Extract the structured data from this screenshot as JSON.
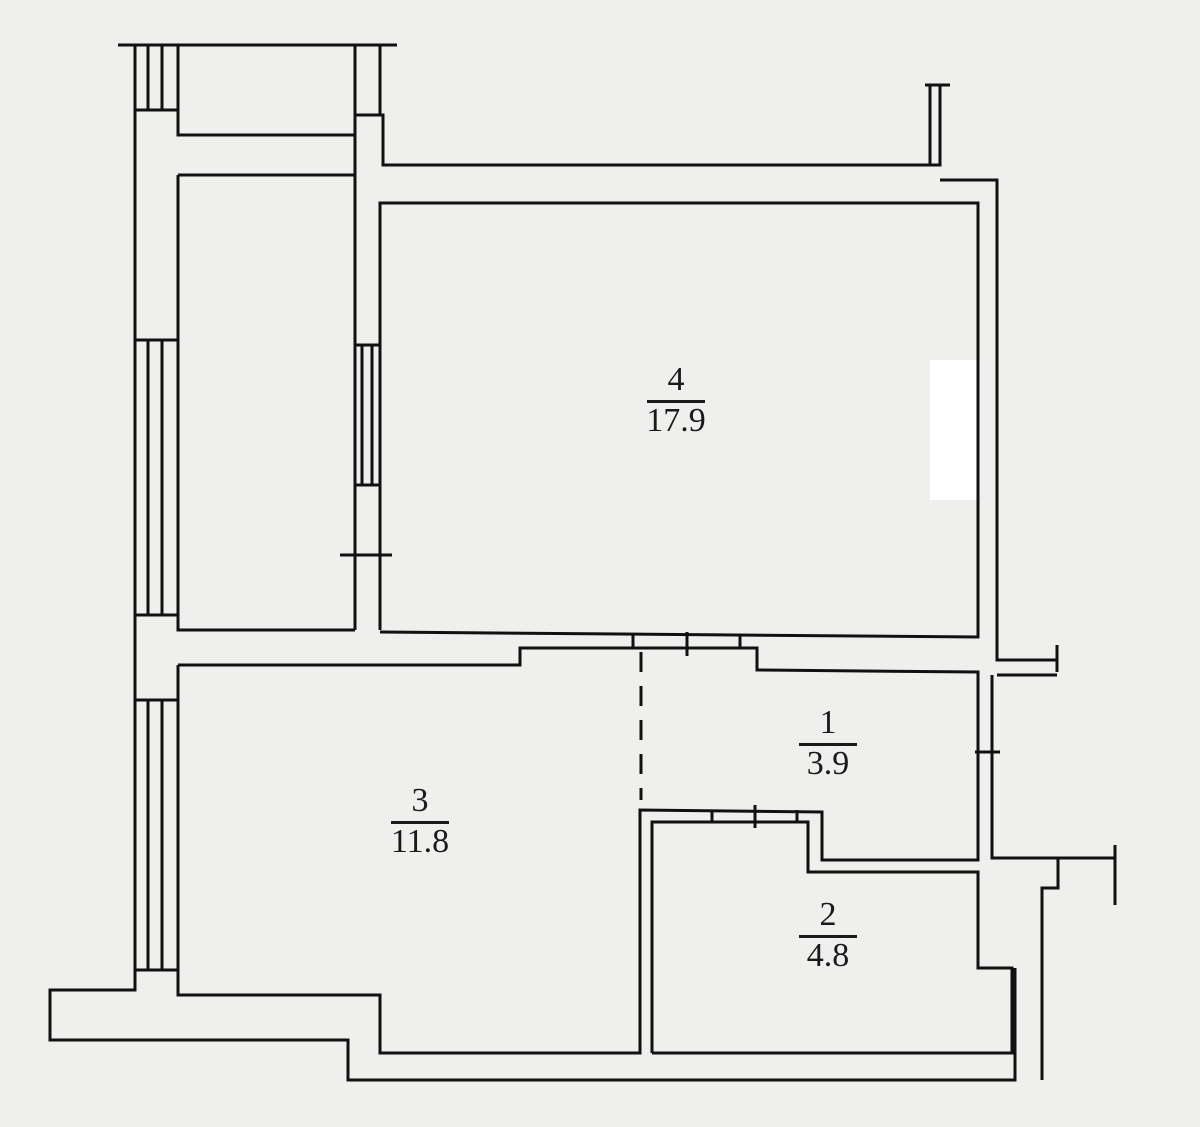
{
  "rooms": [
    {
      "number": "4",
      "area": "17.9"
    },
    {
      "number": "1",
      "area": "3.9"
    },
    {
      "number": "3",
      "area": "11.8"
    },
    {
      "number": "2",
      "area": "4.8"
    }
  ],
  "colors": {
    "wall": "#111111",
    "paper": "#efefed"
  }
}
